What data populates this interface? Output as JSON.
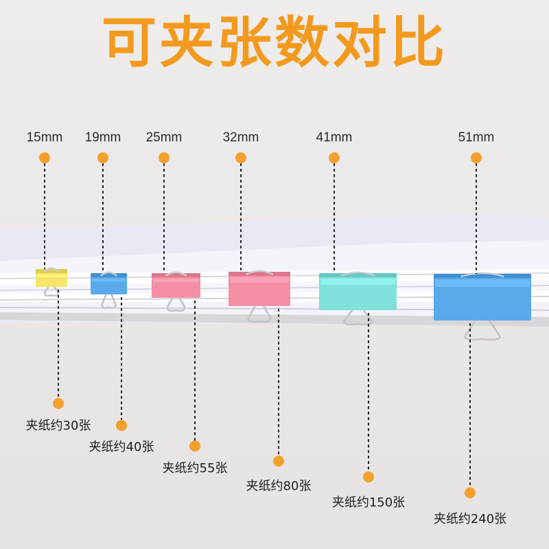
{
  "title": "可夹张数对比",
  "colors": {
    "title": "#f39a1e",
    "dot": "#f5a02c",
    "yellow": "#f7e66b",
    "blue": "#5aa9ea",
    "pink": "#f48fa6",
    "cyan": "#7fe0dc",
    "paper": "#ffffff"
  },
  "clips": [
    {
      "size": "15mm",
      "capacity": "夹纸约30张",
      "color": "yellow"
    },
    {
      "size": "19mm",
      "capacity": "夹纸约40张",
      "color": "blue"
    },
    {
      "size": "25mm",
      "capacity": "夹纸约55张",
      "color": "pink"
    },
    {
      "size": "32mm",
      "capacity": "夹纸约80张",
      "color": "pink"
    },
    {
      "size": "41mm",
      "capacity": "夹纸约150张",
      "color": "cyan"
    },
    {
      "size": "51mm",
      "capacity": "夹纸约240张",
      "color": "blue"
    }
  ]
}
